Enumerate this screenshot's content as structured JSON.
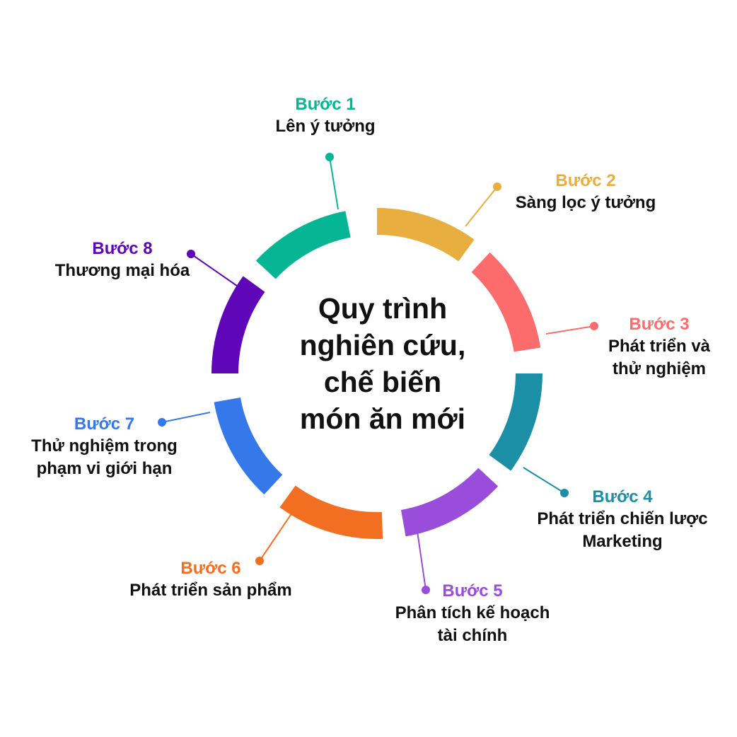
{
  "title_lines": [
    "Quy trình",
    "nghiên cứu,",
    "chế biến",
    "món ăn mới"
  ],
  "steps": [
    {
      "num": "Bước 1",
      "label": [
        "Lên ý tưởng"
      ],
      "color": "#06b594"
    },
    {
      "num": "Bước 2",
      "label": [
        "Sàng lọc ý tưởng"
      ],
      "color": "#e8ae40"
    },
    {
      "num": "Bước 3",
      "label": [
        "Phát triển và",
        "thử nghiệm"
      ],
      "color": "#fd6c6c"
    },
    {
      "num": "Bước 4",
      "label": [
        "Phát triển chiến lược",
        "Marketing"
      ],
      "color": "#1b8fa5"
    },
    {
      "num": "Bước 5",
      "label": [
        "Phân tích kế hoạch",
        "tài chính"
      ],
      "color": "#9a4cda"
    },
    {
      "num": "Bước 6",
      "label": [
        "Phát triển sản phẩm"
      ],
      "color": "#f26f21"
    },
    {
      "num": "Bước 7",
      "label": [
        "Thử nghiệm trong",
        "phạm vi giới hạn"
      ],
      "color": "#3478ea"
    },
    {
      "num": "Bước 8",
      "label": [
        "Thương mại hóa"
      ],
      "color": "#5e06b8"
    }
  ]
}
